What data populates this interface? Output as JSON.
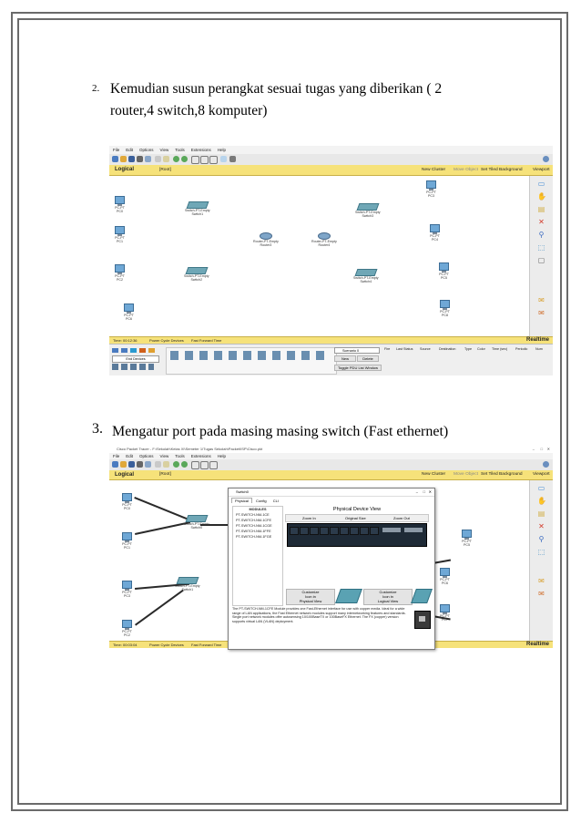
{
  "steps": [
    {
      "number": "2.",
      "line1": "Kemudian susun perangkat sesuai tugas yang diberikan ( 2",
      "line2": "router,4 switch,8 komputer)"
    },
    {
      "number": "3.",
      "line1": "Mengatur port pada masing masing switch (Fast ethernet)"
    }
  ],
  "pt_window": {
    "menu": [
      "File",
      "Edit",
      "Options",
      "View",
      "Tools",
      "Extensions",
      "Help"
    ],
    "logical_label": "Logical",
    "root_label": "[Root]",
    "new_cluster": "New Cluster",
    "move_object": "Move Object",
    "set_tiled_background": "Set Tiled Background",
    "viewport": "Viewport",
    "realtime": "Realtime",
    "power_cycle": "Power Cycle Devices",
    "fast_forward": "Fast Forward Time"
  },
  "shot1": {
    "time": "Time: 00:12:36",
    "devices": [
      {
        "name": "pc3",
        "type": "pc",
        "label1": "PC-PT",
        "label2": "PC0"
      },
      {
        "name": "pc1",
        "type": "pc",
        "label1": "PC-PT",
        "label2": "PC1"
      },
      {
        "name": "pc2",
        "type": "pc",
        "label1": "PC-PT",
        "label2": "PC2"
      },
      {
        "name": "pc6",
        "type": "pc",
        "label1": "PC-PT",
        "label2": "PC6"
      },
      {
        "name": "pc7",
        "type": "pc",
        "label1": "PC-PT",
        "label2": "PC3"
      },
      {
        "name": "pc4",
        "type": "pc",
        "label1": "PC-PT",
        "label2": "PC4"
      },
      {
        "name": "pc5",
        "type": "pc",
        "label1": "PC-PT",
        "label2": "PC5"
      },
      {
        "name": "pc8",
        "type": "pc",
        "label1": "PC-PT",
        "label2": "PC8"
      },
      {
        "name": "switch1",
        "type": "sw",
        "label1": "Switch-PT-Empty",
        "label2": "Switch1"
      },
      {
        "name": "switch2",
        "type": "sw",
        "label1": "Switch-PT-Empty",
        "label2": "Switch2"
      },
      {
        "name": "switch3",
        "type": "sw",
        "label1": "Switch-PT-Empty",
        "label2": "Switch3"
      },
      {
        "name": "switch4",
        "type": "sw",
        "label1": "Switch-PT-Empty",
        "label2": "Switch4"
      },
      {
        "name": "router3",
        "type": "rt",
        "label1": "Router-PT-Empty",
        "label2": "Router3"
      },
      {
        "name": "router4",
        "type": "rt",
        "label1": "Router-PT-Empty",
        "label2": "Router4"
      }
    ],
    "end_devices": "End Devices",
    "scenario": "Scenario 0",
    "new_btn": "New",
    "delete_btn": "Delete",
    "toggle_pdu": "Toggle PDU List Window",
    "pdu_columns": [
      "Fire",
      "Last Status",
      "Source",
      "Destination",
      "Type",
      "Color",
      "Time (sec)",
      "Periodic",
      "Num"
    ]
  },
  "shot2": {
    "title": "Cisco Packet Tracer - F:\\Sekolah\\Kelas XI\\Semeter 1\\Tugas Sekolah\\Packet\\ISP\\Cisco.pkt",
    "time": "Time: 00:03:04",
    "devices": [
      {
        "name": "pc0",
        "label1": "PC-PT",
        "label2": "PC0"
      },
      {
        "name": "pc1",
        "label1": "PC-PT",
        "label2": "PC1"
      },
      {
        "name": "pc3",
        "label1": "PC-PT",
        "label2": "PC3"
      },
      {
        "name": "pc2",
        "label1": "PC-PT",
        "label2": "PC2"
      },
      {
        "name": "pc5",
        "label1": "PC-PT",
        "label2": "PC5"
      },
      {
        "name": "pc6",
        "label1": "PC-PT",
        "label2": "PC6"
      },
      {
        "name": "pc7",
        "label1": "PC-PT",
        "label2": "PC7"
      }
    ],
    "switch0": {
      "label1": "Switch-PT-Empty",
      "label2": "Switch0"
    },
    "switch1": {
      "label1": "Switch-PT-Empty",
      "label2": "Switch1"
    },
    "dialog": {
      "title": "Switch0",
      "tabs": [
        "Physical",
        "Config",
        "CLI"
      ],
      "modules_header": "MODULES",
      "modules": [
        "PT-SWITCH-NM-1CE",
        "PT-SWITCH-NM-1CFE",
        "PT-SWITCH-NM-1CGE",
        "PT-SWITCH-NM-1FFE",
        "PT-SWITCH-NM-1FGE"
      ],
      "physical_view": "Physical Device View",
      "zoom_in": "Zoom In",
      "original_size": "Original Size",
      "zoom_out": "Zoom Out",
      "customize_physical": "Customize\nIcon in\nPhysical View",
      "customize_logical": "Customize\nIcon in\nLogical View",
      "description": "The PT-SWITCH-NM-1CFE Module provides one Fast-Ethernet interface for use with copper media. Ideal for a wide range of LAN applications, the Fast Ethernet network modules support many internetworking features and standards. Single port network modules offer autosensing 10/100BaseTX or 100BaseFX Ethernet. The FX (copper) version supports virtual LAN (VLAN) deployment."
    }
  }
}
